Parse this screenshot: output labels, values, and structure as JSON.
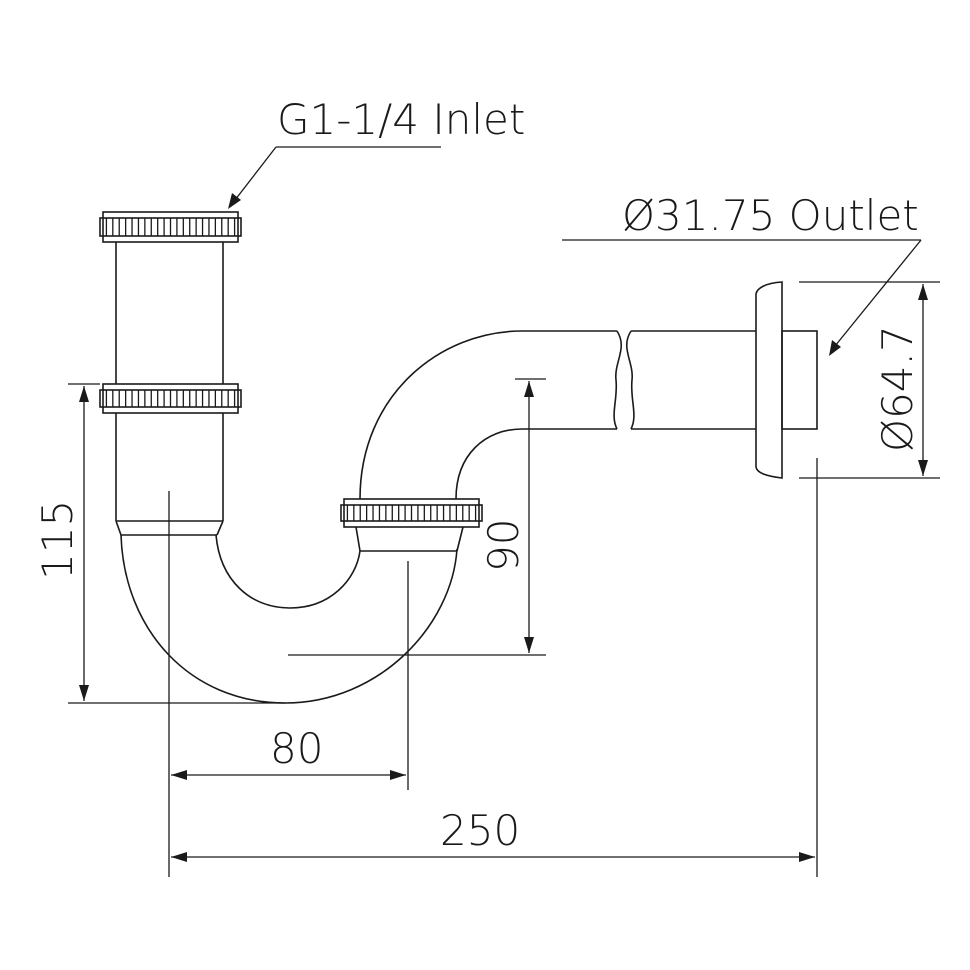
{
  "drawing": {
    "title": "Bottle trap / P-trap dimension drawing",
    "stroke_color": "#1a1a1a",
    "background": "#ffffff"
  },
  "callouts": {
    "inlet": "G1-1/4 Inlet",
    "outlet": "Ø31.75 Outlet"
  },
  "dimensions": {
    "height_left": "115",
    "height_right": "90",
    "flange_diameter": "Ø64.7",
    "offset_horizontal": "80",
    "overall_length": "250"
  }
}
